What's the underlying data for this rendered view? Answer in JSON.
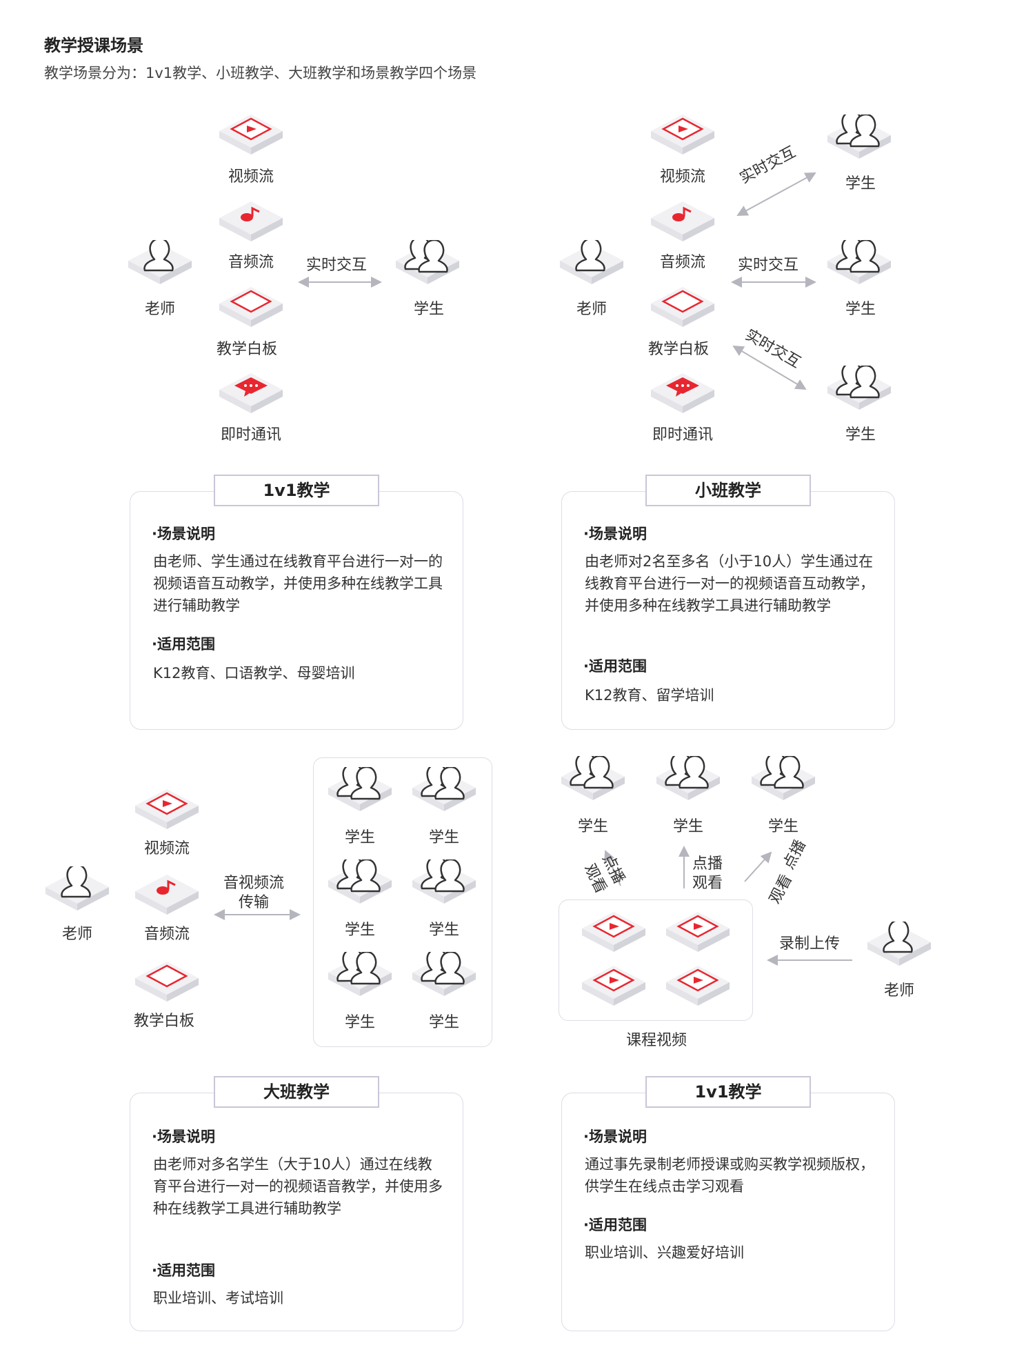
{
  "header": {
    "title": "教学授课场景",
    "subtitle": "教学场景分为：1v1教学、小班教学、大班教学和场景教学四个场景"
  },
  "colors": {
    "accent": "#e8262f",
    "tile_top": "#f1f1f4",
    "tile_side": "#d9d9df",
    "arrow": "#b5b5bd"
  },
  "icons": {
    "video": "video-play-icon",
    "audio": "music-note-icon",
    "whiteboard": "whiteboard-icon",
    "im": "chat-bubble-icon",
    "teacher": "person-icon",
    "students": "group-icon"
  },
  "common": {
    "video_stream": "视频流",
    "audio_stream": "音频流",
    "whiteboard": "教学白板",
    "im": "即时通讯",
    "teacher": "老师",
    "student": "学生",
    "realtime": "实时交互",
    "av_transfer_1": "音视频流",
    "av_transfer_2": "传输",
    "vod_1": "点播",
    "vod_2": "观看",
    "record_upload": "录制上传",
    "course_video": "课程视频",
    "scene_desc": "·场景说明",
    "scope": "·适用范围"
  },
  "cards": [
    {
      "title": "1v1教学",
      "desc": "由老师、学生通过在线教育平台进行一对一的视频语音互动教学，并使用多种在线教学工具进行辅助教学",
      "scope_text": "K12教育、口语教学、母婴培训"
    },
    {
      "title": "小班教学",
      "desc": "由老师对2名至多名（小于10人）学生通过在线教育平台进行一对一的视频语音互动教学，并使用多种在线教学工具进行辅助教学",
      "scope_text": "K12教育、留学培训"
    },
    {
      "title": "大班教学",
      "desc": "由老师对多名学生（大于10人）通过在线教育平台进行一对一的视频语音教学，并使用多种在线教学工具进行辅助教学",
      "scope_text": "职业培训、考试培训"
    },
    {
      "title": "1v1教学",
      "desc": "通过事先录制老师授课或购买教学视频版权，供学生在线点击学习观看",
      "scope_text": "职业培训、兴趣爱好培训"
    }
  ]
}
